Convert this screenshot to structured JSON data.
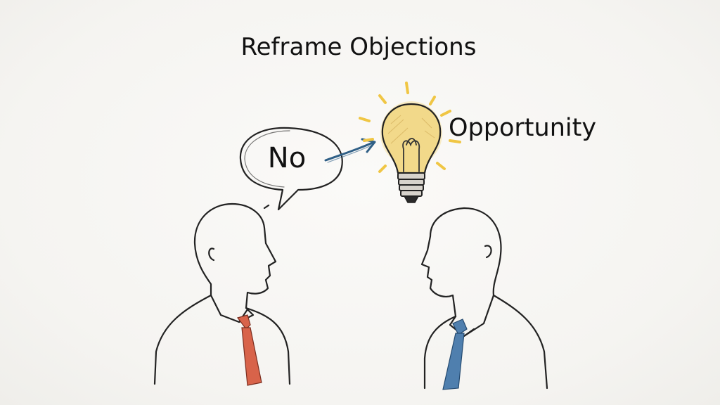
{
  "title": "Reframe Objections",
  "speech_word": "No",
  "idea_word": "Opportunity",
  "icons": [
    "speech-bubble-icon",
    "arrow-icon",
    "lightbulb-icon"
  ],
  "colors": {
    "ink": "#222222",
    "bulb_glow": "#f6d469",
    "bulb_fill": "#f2d98a",
    "rays": "#f0c644",
    "arrow": "#2f5f86",
    "left_tie": "#d8634a",
    "right_tie": "#4f7fae"
  }
}
